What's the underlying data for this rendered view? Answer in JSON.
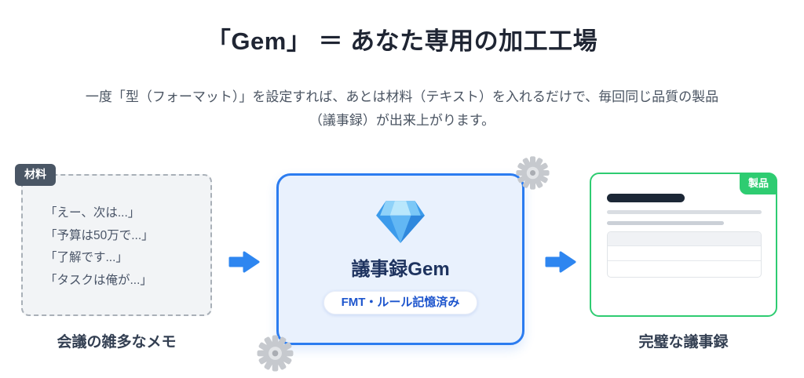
{
  "header": {
    "title": "「Gem」 ＝ あなた専用の加工工場",
    "subtitle_line1": "一度「型（フォーマット）」を設定すれば、あとは材料（テキスト）を入れるだけで、毎回同じ品質の製品",
    "subtitle_line2": "（議事録）が出来上がります。"
  },
  "flow": {
    "materials": {
      "badge_label": "材料",
      "notes": [
        "「えー、次は...」",
        "「予算は50万で...」",
        "「了解です...」",
        "「タスクは俺が...」"
      ],
      "caption": "会議の雑多なメモ"
    },
    "gem_box": {
      "name": "議事録Gem",
      "pill_label": "FMT・ルール記憶済み"
    },
    "product": {
      "badge_label": "製品",
      "caption": "完璧な議事録"
    }
  },
  "icons": {
    "gem": "gem-diamond-icon",
    "gear": "gear-icon",
    "arrow": "arrow-right-icon"
  },
  "colors": {
    "accent_blue": "#2b7cf0",
    "arrow_blue": "#2e86f0",
    "pill_text_blue": "#1d55cd",
    "gem_box_fill": "#e9f1fd",
    "green": "#2ecc71",
    "badge_slate": "#4a5665",
    "title_dark": "#1f2533",
    "materials_fill": "#f2f4f6"
  }
}
